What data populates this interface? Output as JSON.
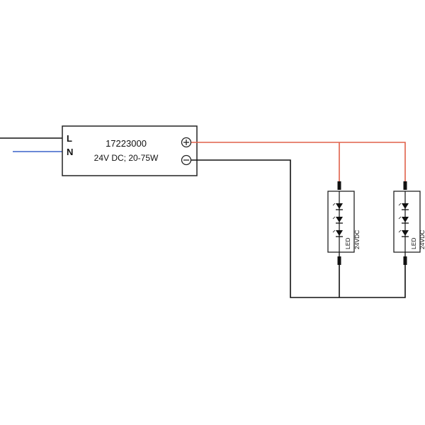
{
  "driver": {
    "model": "17223000",
    "spec": "24V DC; 20-75W",
    "input_L": "L",
    "input_N": "N",
    "output_plus": "+",
    "output_minus": "−"
  },
  "modules": [
    {
      "label": "LED",
      "voltage": "24VDC"
    },
    {
      "label": "LED",
      "voltage": "24VDC"
    }
  ],
  "colors": {
    "live_wire": "#111111",
    "neutral_wire": "#3a62c8",
    "positive_wire": "#e0604a",
    "negative_wire": "#111111",
    "outline": "#222222"
  }
}
